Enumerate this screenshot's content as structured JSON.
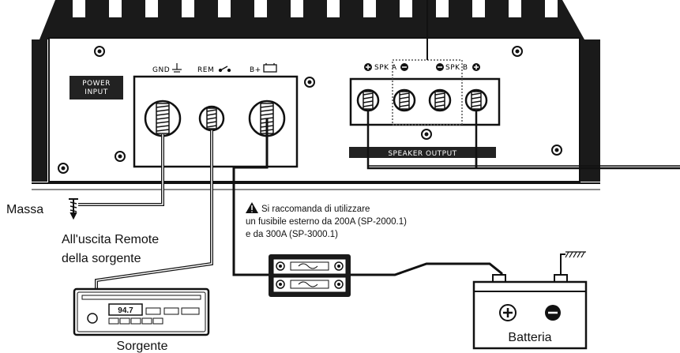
{
  "amplifier": {
    "power_input_line1": "POWER",
    "power_input_line2": "INPUT",
    "gnd_label": "GND",
    "rem_label": "REM",
    "bplus_label": "B+",
    "spk_a_label": "SPK A",
    "spk_b_label": "SPK B",
    "speaker_output_label": "SPEAKER OUTPUT"
  },
  "labels": {
    "massa": "Massa",
    "remote_line1": "All'uscita Remote",
    "remote_line2": "della sorgente",
    "sorgente": "Sorgente",
    "batteria": "Batteria",
    "radio_display": "94.7"
  },
  "warning": {
    "line1": "Si raccomanda di utilizzare",
    "line2": "un fusibile esterno da 200A (SP-2000.1)",
    "line3": "e da 300A (SP-3000.1)"
  },
  "colors": {
    "ink": "#111111",
    "panel": "#ffffff",
    "label_bg": "#222222"
  }
}
